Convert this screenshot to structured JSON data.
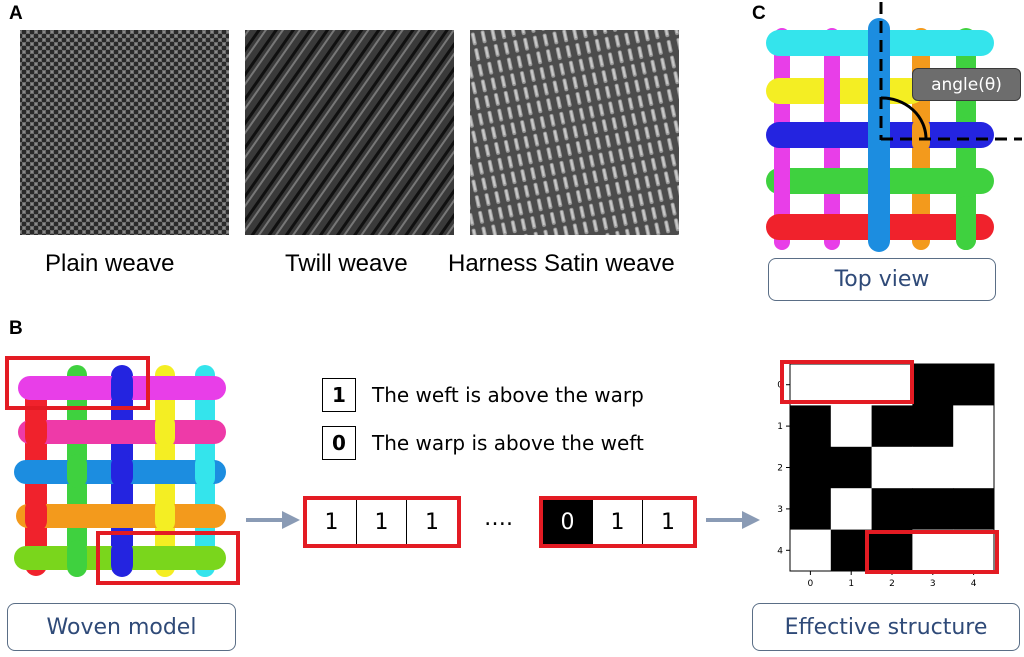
{
  "panels": {
    "a": "A",
    "b": "B",
    "c": "C"
  },
  "weaves": [
    {
      "caption": "Plain weave"
    },
    {
      "caption": "Twill weave"
    },
    {
      "caption": "Harness Satin weave"
    }
  ],
  "top_view_label": "Top view",
  "angle_label": "angle(θ)",
  "woven_model_label": "Woven model",
  "effective_structure_label": "Effective structure",
  "legend": [
    {
      "symbol": "1",
      "text": "The weft is above the warp"
    },
    {
      "symbol": "0",
      "text": "The warp is above the weft"
    }
  ],
  "sequence_left": [
    "1",
    "1",
    "1"
  ],
  "sequence_right": [
    "0",
    "1",
    "1"
  ],
  "sequence_ellipsis": "….",
  "matrix": {
    "rows": [
      [
        1,
        1,
        1,
        0,
        0
      ],
      [
        0,
        1,
        0,
        0,
        1
      ],
      [
        0,
        0,
        1,
        1,
        1
      ],
      [
        0,
        1,
        0,
        0,
        0
      ],
      [
        1,
        0,
        0,
        1,
        1
      ]
    ],
    "x_ticks": [
      "0",
      "1",
      "2",
      "3",
      "4"
    ],
    "y_ticks": [
      "0",
      "1",
      "2",
      "3",
      "4"
    ]
  },
  "colors": {
    "highlight": "#e31b23",
    "arrow": "#8a9bb5",
    "label_text": "#2f4a78"
  }
}
